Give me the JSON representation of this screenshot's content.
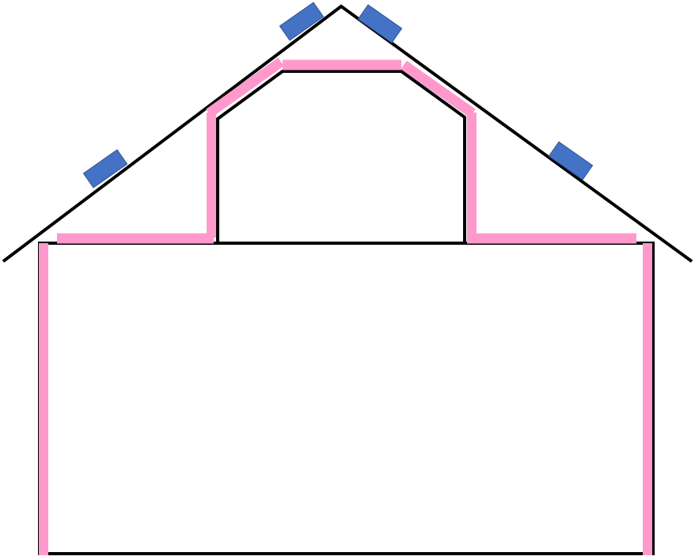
{
  "diagram": {
    "subject": "house-cross-section-attic-insulation",
    "colors": {
      "background": "#ffffff",
      "structure": "#000000",
      "insulation": "#ff99cc",
      "roof_vent": "#4472c4",
      "roof_vent_border": "#2f5597"
    },
    "roof_vent_count": 4,
    "insulation_segment_count": 9
  }
}
